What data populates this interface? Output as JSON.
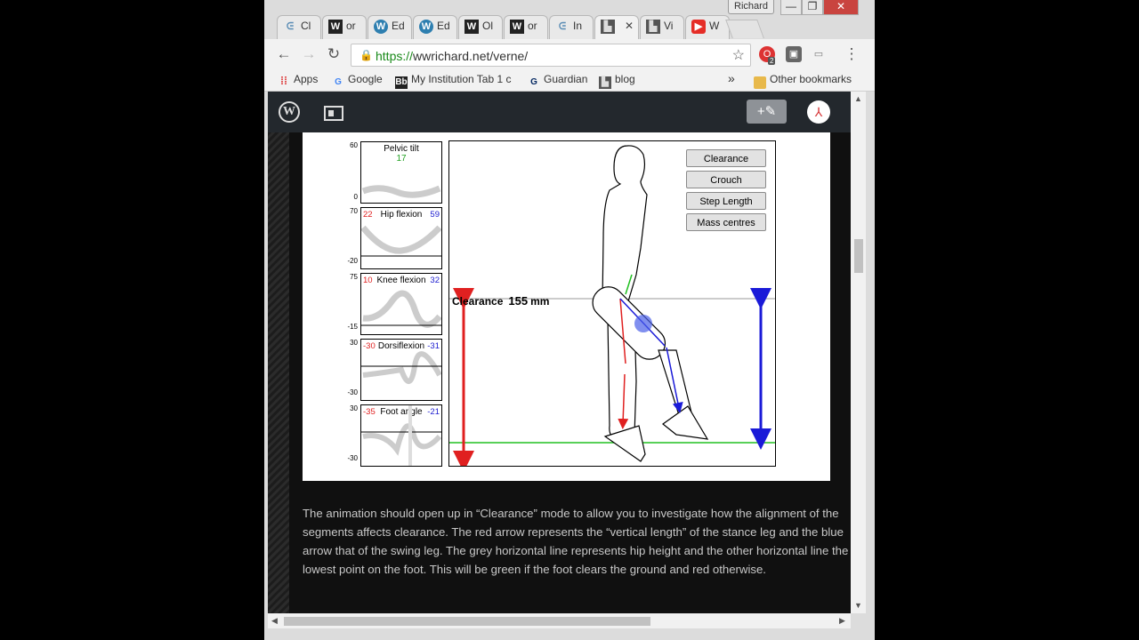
{
  "browser": {
    "user_name": "Richard",
    "tabs": [
      {
        "label": "Cl",
        "icon": "swirl-icon"
      },
      {
        "label": "or",
        "icon": "w-icon"
      },
      {
        "label": "Ed",
        "icon": "wordpress-icon"
      },
      {
        "label": "Ed",
        "icon": "wordpress-icon"
      },
      {
        "label": "Ol",
        "icon": "w-icon"
      },
      {
        "label": "or",
        "icon": "w-icon"
      },
      {
        "label": "In",
        "icon": "swirl-icon"
      },
      {
        "label": "",
        "icon": "image-icon",
        "active": true,
        "close": "✕"
      },
      {
        "label": "Vi",
        "icon": "image-icon"
      },
      {
        "label": "W",
        "icon": "youtube-icon"
      }
    ],
    "url_scheme": "https://",
    "url_rest": "wwrichard.net/verne/",
    "extension_badge": "2",
    "bookmarks": [
      {
        "label": "Apps",
        "icon": "apps-icon"
      },
      {
        "label": "Google",
        "icon": "google-icon"
      },
      {
        "label": "My Institution Tab 1 c",
        "icon": "bb-icon"
      },
      {
        "label": "Guardian",
        "icon": "guardian-icon"
      },
      {
        "label": "blog",
        "icon": "blog-icon"
      }
    ],
    "bookmarks_overflow": "»",
    "other_bookmarks": "Other bookmarks"
  },
  "wp_bar": {
    "write_label": "+✎"
  },
  "figure": {
    "panels": [
      {
        "title": "Pelvic tilt",
        "value": "17",
        "left": "",
        "right": "",
        "y_top": "60",
        "y_bottom": "0"
      },
      {
        "title": "Hip flexion",
        "value": "",
        "left": "22",
        "right": "59",
        "y_top": "70",
        "y_bottom": "-20"
      },
      {
        "title": "Knee flexion",
        "value": "",
        "left": "10",
        "right": "32",
        "y_top": "75",
        "y_bottom": "-15"
      },
      {
        "title": "Dorsiflexion",
        "value": "",
        "left": "-30",
        "right": "-31",
        "y_top": "30",
        "y_bottom": "-30"
      },
      {
        "title": "Foot angle",
        "value": "",
        "left": "-35",
        "right": "-21",
        "y_top": "30",
        "y_bottom": "-30"
      }
    ],
    "buttons": [
      "Clearance",
      "Crouch",
      "Step Length",
      "Mass centres"
    ],
    "clearance_label": "Clearance",
    "clearance_value": "155",
    "clearance_unit": "mm"
  },
  "article": {
    "text": "The animation should open up in “Clearance” mode to allow you to investigate how the alignment of the segments affects clearance. The red arrow represents the  “vertical length” of the stance leg and the blue arrow that of the swing leg. The grey horizontal line represents hip height and the other horizontal line the lowest point on the foot. This will be green if the foot clears the ground and red otherwise."
  },
  "colors": {
    "stance_leg": "#e02020",
    "swing_leg": "#1a1ad8",
    "ground_line": "#20c020",
    "wp_bar": "#23282d"
  }
}
